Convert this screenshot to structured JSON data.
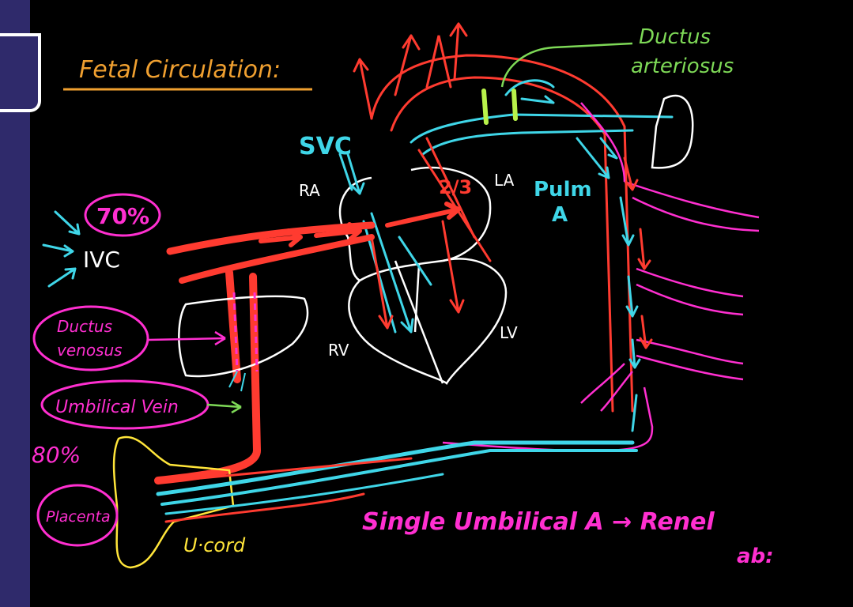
{
  "title": "Fetal Circulation:",
  "labels": {
    "ductus_arteriosus_1": "Ductus",
    "ductus_arteriosus_2": "arteriosus",
    "svc": "SVC",
    "ra": "RA",
    "la": "LA",
    "rv": "RV",
    "lv": "LV",
    "two_thirds": "2/3",
    "pulm_1": "Pulm",
    "pulm_2": "A",
    "seventy_pct": "70%",
    "ivc": "IVC",
    "ductus_venosus_1": "Ductus",
    "ductus_venosus_2": "venosus",
    "umbilical_vein": "Umbilical Vein",
    "eighty_pct": "80%",
    "placenta": "Placenta",
    "u_cord": "U·cord",
    "note_1": "Single Umbilical A → Renel",
    "note_2": "ab:"
  },
  "colors": {
    "background": "#000000",
    "sidebar": "#2f2a6b",
    "title": "#f0a030",
    "oxygenated": "#ff3b30",
    "deoxygenated": "#3fd6e8",
    "labels_cyan": "#3fd6e8",
    "magenta": "#ff2fd0",
    "green": "#7ed957",
    "yellow": "#ffe53a",
    "white": "#ffffff"
  }
}
